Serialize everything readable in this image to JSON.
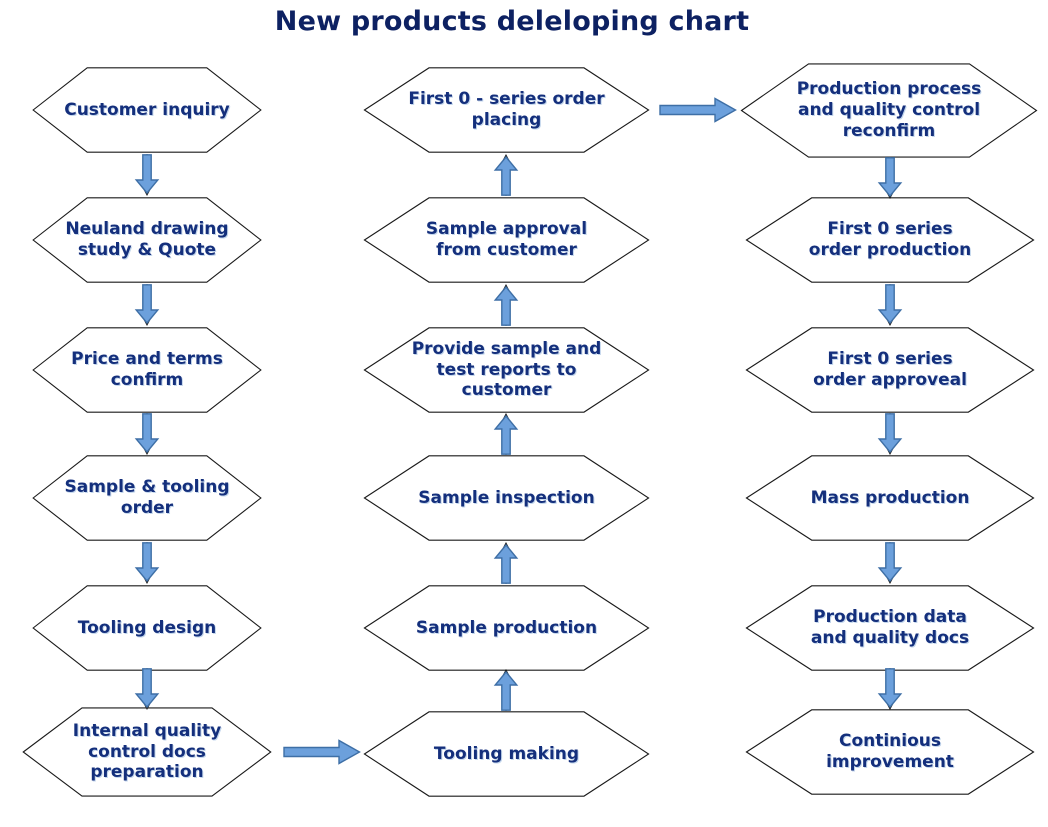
{
  "title": "New products deleloping chart",
  "colors": {
    "title_text": "#0d2162",
    "node_text": "#142f7c",
    "node_border": "#1a1a1a",
    "node_fill": "#ffffff",
    "arrow_fill": "#6CA0DC",
    "arrow_stroke": "#3E6FA6"
  },
  "flow": {
    "left": [
      {
        "label": "Customer inquiry",
        "lines": [
          "Customer inquiry"
        ]
      },
      {
        "label": "Neuland drawing study & Quote",
        "lines": [
          "Neuland drawing",
          "study & Quote"
        ]
      },
      {
        "label": "Price and terms confirm",
        "lines": [
          "Price and terms",
          "confirm"
        ]
      },
      {
        "label": "Sample & tooling order",
        "lines": [
          "Sample & tooling",
          "order"
        ]
      },
      {
        "label": "Tooling design",
        "lines": [
          "Tooling design"
        ]
      },
      {
        "label": "Internal quality control docs preparation",
        "lines": [
          "Internal quality",
          "control docs",
          "preparation"
        ]
      }
    ],
    "middle": [
      {
        "label": "First 0 - series order placing",
        "lines": [
          "First 0 - series order",
          "placing"
        ]
      },
      {
        "label": "Sample approval from customer",
        "lines": [
          "Sample approval",
          "from customer"
        ]
      },
      {
        "label": "Provide sample and test reports to customer",
        "lines": [
          "Provide sample and",
          "test reports to",
          "customer"
        ]
      },
      {
        "label": "Sample inspection",
        "lines": [
          "Sample inspection"
        ]
      },
      {
        "label": "Sample production",
        "lines": [
          "Sample production"
        ]
      },
      {
        "label": "Tooling making",
        "lines": [
          "Tooling making"
        ]
      }
    ],
    "right": [
      {
        "label": "Production process and quality control reconfirm",
        "lines": [
          "Production process",
          "and quality control",
          "reconfirm"
        ]
      },
      {
        "label": "First 0 series order production",
        "lines": [
          "First 0 series",
          "order production"
        ]
      },
      {
        "label": "First 0 series order approveal",
        "lines": [
          "First 0 series",
          "order approveal"
        ]
      },
      {
        "label": "Mass production",
        "lines": [
          "Mass production"
        ]
      },
      {
        "label": "Production data and quality docs",
        "lines": [
          "Production data",
          "and quality docs"
        ]
      },
      {
        "label": "Continious improvement",
        "lines": [
          "Continious",
          "improvement"
        ]
      }
    ]
  }
}
